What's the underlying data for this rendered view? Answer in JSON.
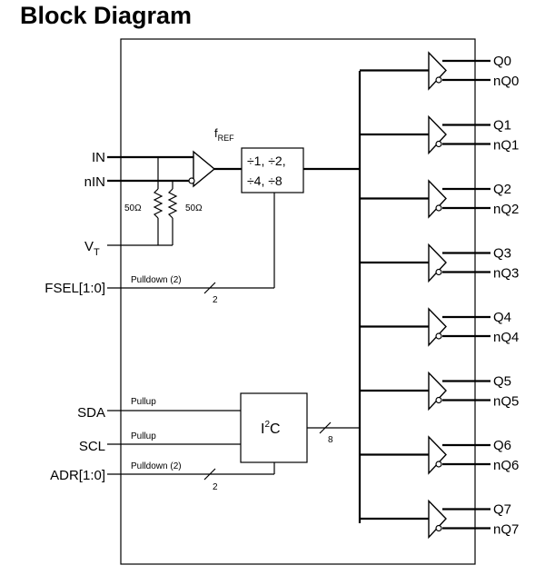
{
  "title": "Block Diagram",
  "inputs": {
    "in": "IN",
    "nin": "nIN",
    "vt": "V",
    "vt_sub": "T",
    "fsel": "FSEL[1:0]",
    "sda": "SDA",
    "scl": "SCL",
    "adr": "ADR[1:0]"
  },
  "annotations": {
    "fref": "f",
    "fref_sub": "REF",
    "r1": "50Ω",
    "r2": "50Ω",
    "fsel_pull": "Pulldown (2)",
    "fsel_width": "2",
    "sda_pull": "Pullup",
    "scl_pull": "Pullup",
    "adr_pull": "Pulldown (2)",
    "adr_width": "2",
    "bus_width": "8"
  },
  "divider": {
    "line1": "÷1, ÷2,",
    "line2": "÷4, ÷8"
  },
  "i2c": {
    "prefix": "I",
    "sup": "2",
    "suffix": "C"
  },
  "outputs": [
    {
      "q": "Q0",
      "nq": "nQ0"
    },
    {
      "q": "Q1",
      "nq": "nQ1"
    },
    {
      "q": "Q2",
      "nq": "nQ2"
    },
    {
      "q": "Q3",
      "nq": "nQ3"
    },
    {
      "q": "Q4",
      "nq": "nQ4"
    },
    {
      "q": "Q5",
      "nq": "nQ5"
    },
    {
      "q": "Q6",
      "nq": "nQ6"
    },
    {
      "q": "Q7",
      "nq": "nQ7"
    }
  ]
}
